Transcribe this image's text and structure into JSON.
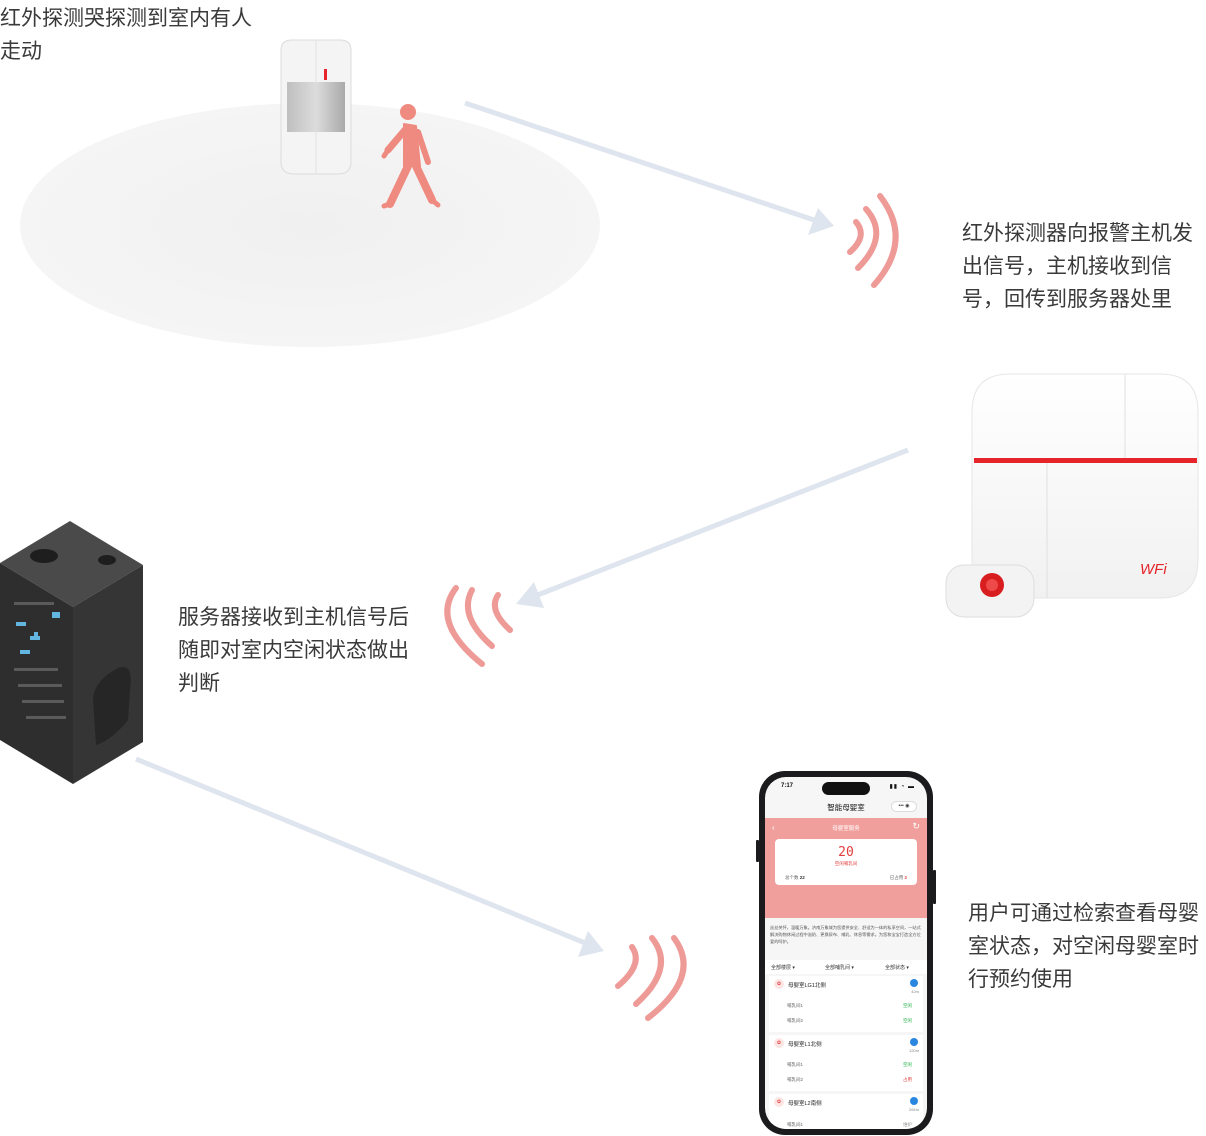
{
  "captions": {
    "step1": "红外探测哭探测到室内有人走动",
    "step2": "红外探测器向报警主机发出信号，主机接收到信号，回传到服务器处里",
    "step3": "服务器接收到主机信号后随即对室内空闲状态做出判断",
    "step4": "用户可通过检索查看母婴室状态，对空闲母婴室时行预约使用"
  },
  "alarm_host": {
    "logo": "WFi"
  },
  "phone": {
    "status_time": "7:17",
    "app_title": "智能母婴室",
    "nav_title": "母婴室服务",
    "free_count": "20",
    "free_label": "空闲哺乳间",
    "total_label": "总个数",
    "total_value": "22",
    "used_label": "已占用",
    "used_value": "2",
    "intro": "丝丝关怀，温暖万象。济南万象城为您提供安全、舒适为一体的私享空间，一站式解决购物休闲过程中溢奶、更换尿布、哺乳、休息等需求。为您和宝宝打造全方位爱的呵护。",
    "filters": [
      "全部楼层 ▾",
      "全部哺乳间 ▾",
      "全部状态 ▾"
    ],
    "rooms": [
      {
        "name": "母婴室LG1北侧",
        "distance": "42m",
        "subs": [
          {
            "label": "哺乳间1",
            "status": "空闲"
          },
          {
            "label": "哺乳间2",
            "status": "空闲"
          }
        ]
      },
      {
        "name": "母婴室L1北侧",
        "distance": "120m",
        "subs": [
          {
            "label": "哺乳间1",
            "status": "空闲"
          },
          {
            "label": "哺乳间2",
            "status": "占用"
          }
        ]
      },
      {
        "name": "母婴室L2南侧",
        "distance": "264m",
        "subs": [
          {
            "label": "哺乳间1",
            "status": "维护"
          }
        ]
      }
    ]
  },
  "colors": {
    "accent": "#f19f9c",
    "signal": "#ee9b98",
    "arrow": "#dfe5ee",
    "figure": "#ef8a80",
    "alarm_stripe": "#e5252a"
  }
}
